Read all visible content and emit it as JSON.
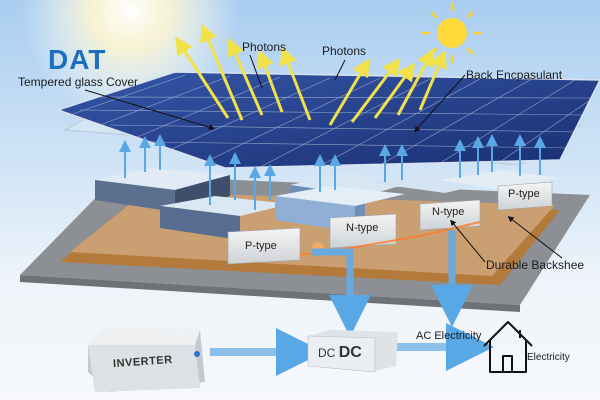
{
  "logo": "DAT",
  "labels": {
    "tempered_glass": "Tempered glass Cover",
    "photons_1": "Photons",
    "photons_2": "Photons",
    "back_encapsulant": "Back Encpasulant",
    "durable_backsheet": "Durable Backshee",
    "ac_electricity": "AC Electricity",
    "electricity": "Electricity"
  },
  "cells": [
    "P-type",
    "N-type",
    "N-type",
    "P-type"
  ],
  "inverter_label": "INVERTER",
  "dc_box": {
    "small": "DC",
    "big": "DC"
  },
  "colors": {
    "sky": "#a9cdf0",
    "panel": "#1f3f8f",
    "arrow_blue": "#5aa7e6",
    "photon_arrow": "#f2e24a",
    "sun": "#ffd83a",
    "logo": "#1d6fbd"
  },
  "icons": [
    "sun-icon",
    "house-icon",
    "inverter-box",
    "dc-box"
  ]
}
